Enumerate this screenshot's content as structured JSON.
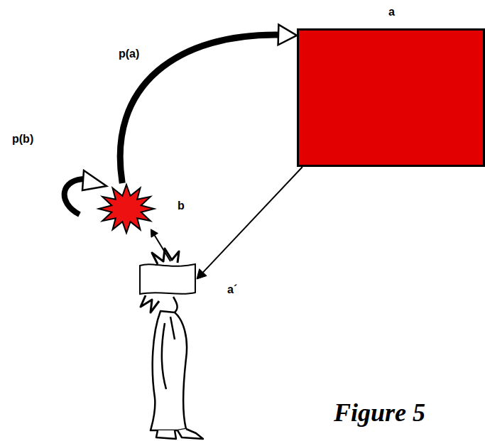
{
  "diagram": {
    "caption": "Figure 5",
    "nodes": [
      {
        "text": [
          "a"
        ]
      },
      {
        "text": [
          "b"
        ]
      },
      {
        "text": [
          "a´"
        ]
      }
    ],
    "edges": [
      {
        "from": 0,
        "to": 2,
        "arrow": "to"
      },
      {
        "from": 2,
        "to": 1,
        "arrow": "to"
      },
      {
        "from": 1,
        "to": 0,
        "label": "p(a)",
        "arrow": "to"
      }
    ],
    "labels": [
      "p(b)"
    ]
  }
}
